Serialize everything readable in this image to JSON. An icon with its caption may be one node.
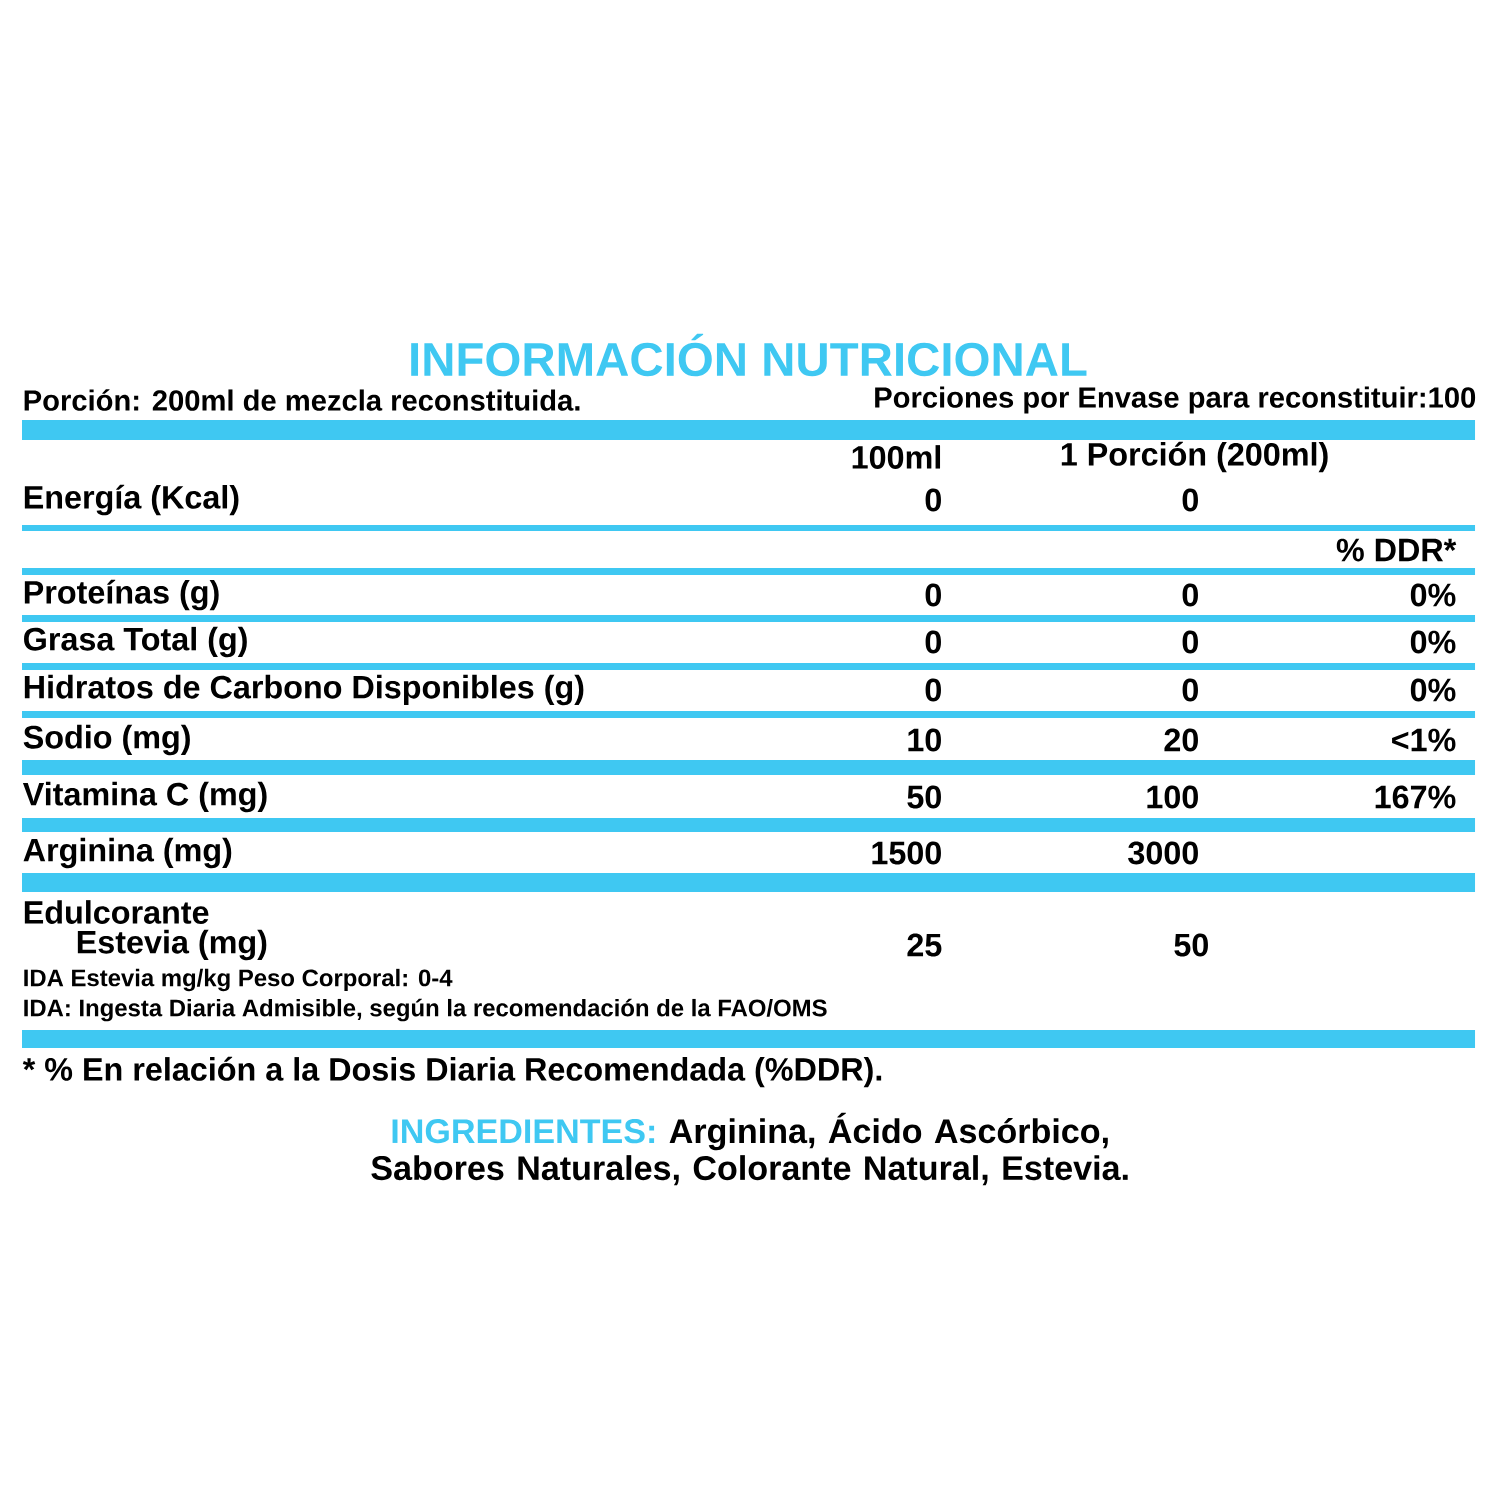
{
  "diagram": {
    "title": "INFORMACIÓN NUTRICIONAL",
    "labels": [
      "Porción: 200ml de mezcla reconstituida.",
      "Porciones por Envase para reconstituir:100",
      "100ml",
      "1 Porción (200ml)",
      "Energía (Kcal)",
      "0",
      "0",
      "% DDR*",
      "Proteínas (g)",
      "0",
      "0",
      "0%",
      "Grasa Total (g)",
      "0",
      "0",
      "0%",
      "Hidratos de Carbono Disponibles (g)",
      "0",
      "0",
      "0%",
      "Sodio (mg)",
      "10",
      "20",
      "<1%",
      "Vitamina C (mg)",
      "50",
      "100",
      "167%",
      "Arginina (mg)",
      "1500",
      "3000",
      "Edulcorante",
      "Estevia (mg)",
      "25",
      "50",
      "IDA Estevia mg/kg Peso Corporal: 0-4",
      "IDA: Ingesta Diaria Admisible, según la recomendación de la FAO/OMS",
      "* % En relación a la Dosis Diaria Recomendada (%DDR).",
      "INGREDIENTES:",
      "Arginina, Ácido Ascórbico, Sabores Naturales, Colorante Natural, Estevia."
    ]
  }
}
